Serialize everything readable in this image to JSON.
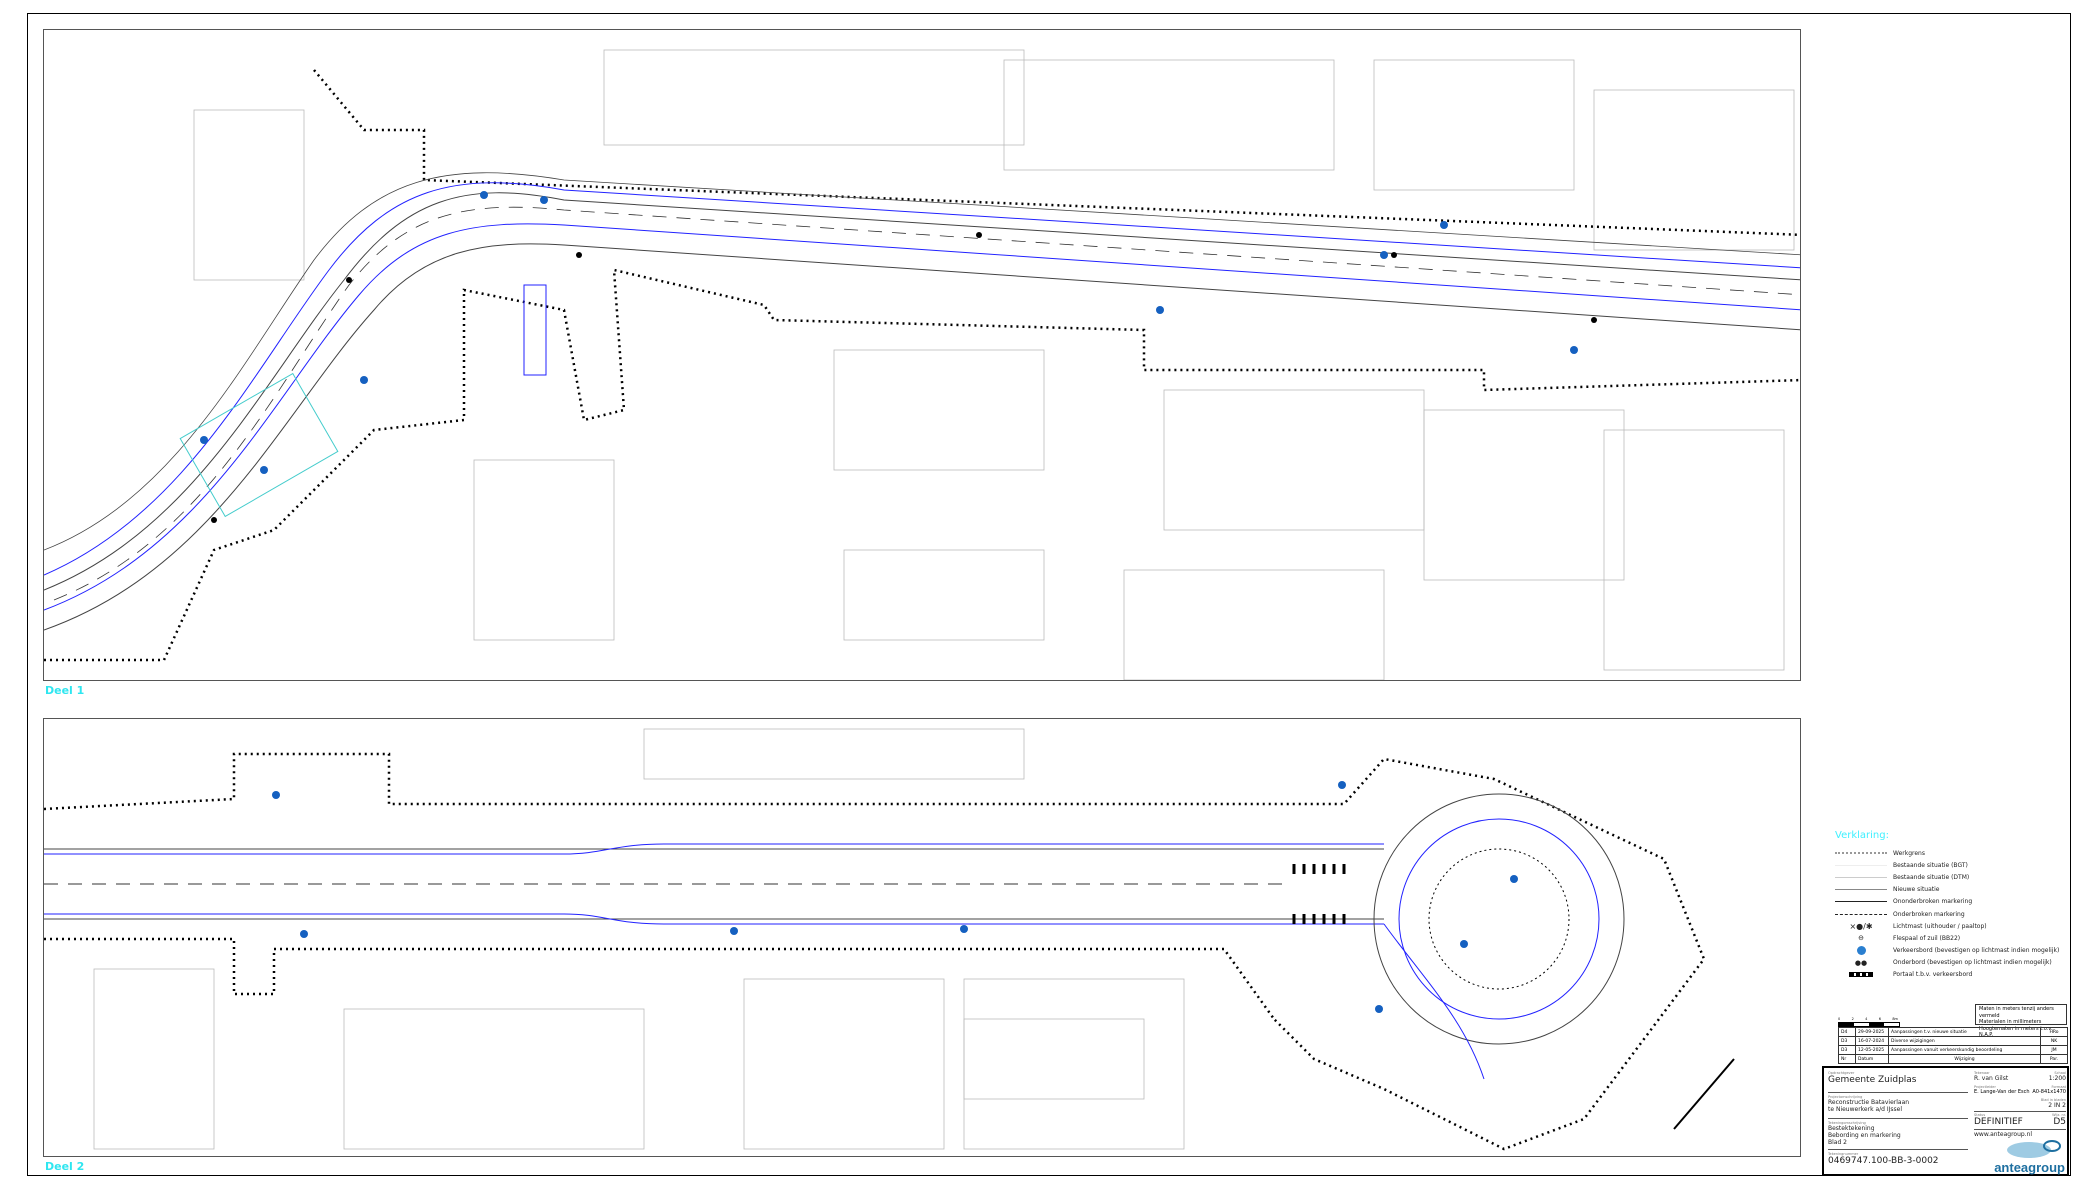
{
  "panels": [
    {
      "label": "Deel 1"
    },
    {
      "label": "Deel 2"
    }
  ],
  "legend": {
    "title": "Verklaring:",
    "items": [
      {
        "label": "Werkgrens",
        "icon": "dotted-line"
      },
      {
        "label": "Bestaande situatie (BGT)",
        "icon": "thin-line"
      },
      {
        "label": "Bestaande situatie (DTM)",
        "icon": "thin-line"
      },
      {
        "label": "Nieuwe situatie",
        "icon": "line"
      },
      {
        "label": "Ononderbroken markering",
        "icon": "solid-marking"
      },
      {
        "label": "Onderbroken markering",
        "icon": "dashed-marking"
      },
      {
        "label": "Lichtmast (uithouder / paaltop)",
        "icon": "lightpole-icon"
      },
      {
        "label": "Flespaal of zuil (BB22)",
        "icon": "bollard-icon"
      },
      {
        "label": "Verkeersbord (bevestigen op lichtmast indien mogelijk)",
        "icon": "traffic-sign-icon"
      },
      {
        "label": "Onderbord (bevestigen op lichtmast indien mogelijk)",
        "icon": "subsign-icon"
      },
      {
        "label": "Portaal t.b.v. verkeersbord",
        "icon": "gantry-icon"
      }
    ],
    "accent": "#3ff0ff"
  },
  "notes": [
    "Maten in meters tenzij anders vermeld",
    "Materialen in millimeters",
    "Hoogtematen in meters t.o.v. N.A.P."
  ],
  "scalebar": [
    "0",
    "2",
    "4",
    "6",
    "8m"
  ],
  "revisions": [
    {
      "nr": "D4",
      "datum": "29-09-2025",
      "wijziging": "Aanpassingen t.v. nieuwe situatie",
      "paraaf": "HRo"
    },
    {
      "nr": "D3",
      "datum": "16-07-2024",
      "wijziging": "Diverse wijzigingen",
      "paraaf": "NK"
    },
    {
      "nr": "D3",
      "datum": "12-05-2025",
      "wijziging": "Aanpassingen vanuit verkeerskundig beoordeling",
      "paraaf": "JM"
    },
    {
      "nr": "Nr",
      "datum": "Datum",
      "wijziging": "Wijziging",
      "paraaf": "Par."
    }
  ],
  "titleblock": {
    "opdrachtgever_label": "Opdrachtgever",
    "opdrachtgever": "Gemeente Zuidplas",
    "projectomschrijving_label": "Projectomschrijving",
    "project1": "Reconstructie Batavierlaan",
    "project2": "te Nieuwerkerk a/d IJssel",
    "tekening_label": "Tekeningomschrijving",
    "tek1": "Bestektekening",
    "tek2": "Bebording en markering",
    "tek3": "Blad 2",
    "nummer_label": "Tekeningnummer",
    "nummer": "0469747.100-BB-3-0002",
    "tekenaar_label": "Tekenaar",
    "tekenaar": "R. van Gilst",
    "schaal_label": "Schaal",
    "schaal": "1:200",
    "projectleider_label": "Projectleider",
    "projectleider": "E. Lange-Van der Esch",
    "formaat_label": "Formaat",
    "formaat": "A0-841x1470",
    "blad_label": "Blad in bladen",
    "blad": "2  IN  2",
    "status_label": "Status",
    "status": "DEFINITIEF",
    "wijz_label": "Wijz. nr.",
    "wijz": "D5",
    "website": "www.anteagroup.nl",
    "logo": "anteagroup",
    "brand_color": "#1e6fa0"
  }
}
